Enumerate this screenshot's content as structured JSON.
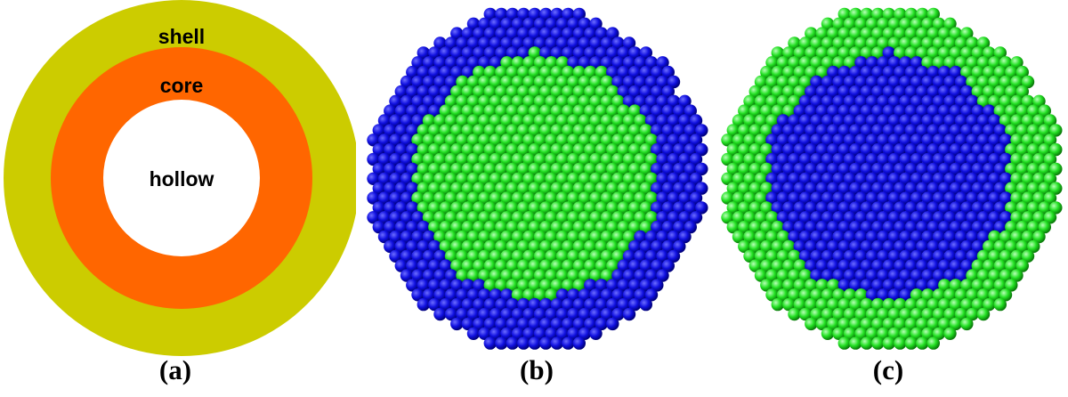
{
  "panels": [
    {
      "id": "a",
      "caption": "(a)",
      "layers": [
        {
          "label": "shell",
          "color": "#cccc00"
        },
        {
          "label": "core",
          "color": "#ff6600"
        },
        {
          "label": "hollow",
          "color": "#ffffff"
        }
      ]
    },
    {
      "id": "b",
      "caption": "(b)",
      "outer_color": "#0a0ad8",
      "inner_color": "#22e022"
    },
    {
      "id": "c",
      "caption": "(c)",
      "outer_color": "#22e022",
      "inner_color": "#0a0ad8"
    }
  ]
}
